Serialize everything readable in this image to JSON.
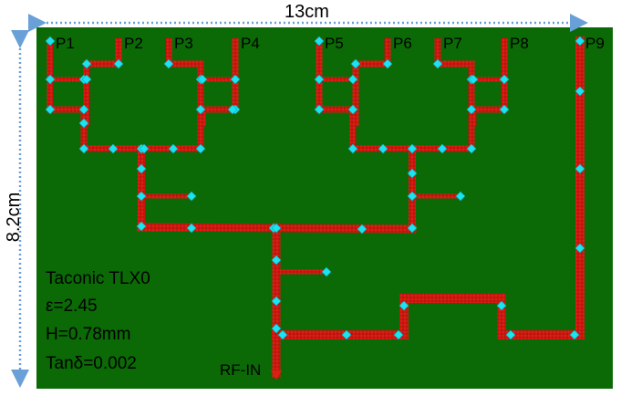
{
  "dimensions": {
    "width_label": "13cm",
    "height_label": "8.2cm"
  },
  "ports": [
    "P1",
    "P2",
    "P3",
    "P4",
    "P5",
    "P6",
    "P7",
    "P8",
    "P9"
  ],
  "input_port": "RF-IN",
  "substrate": {
    "material": "Taconic TLX0",
    "permittivity": "ε=2.45",
    "thickness": "H=0.78mm",
    "loss_tangent": "Tanδ=0.002"
  },
  "colors": {
    "board": "#0b6a06",
    "trace": "#dd1f14",
    "via": "#19e4f0",
    "dimension_arrow": "#6aa0d8",
    "label": "#000000"
  }
}
